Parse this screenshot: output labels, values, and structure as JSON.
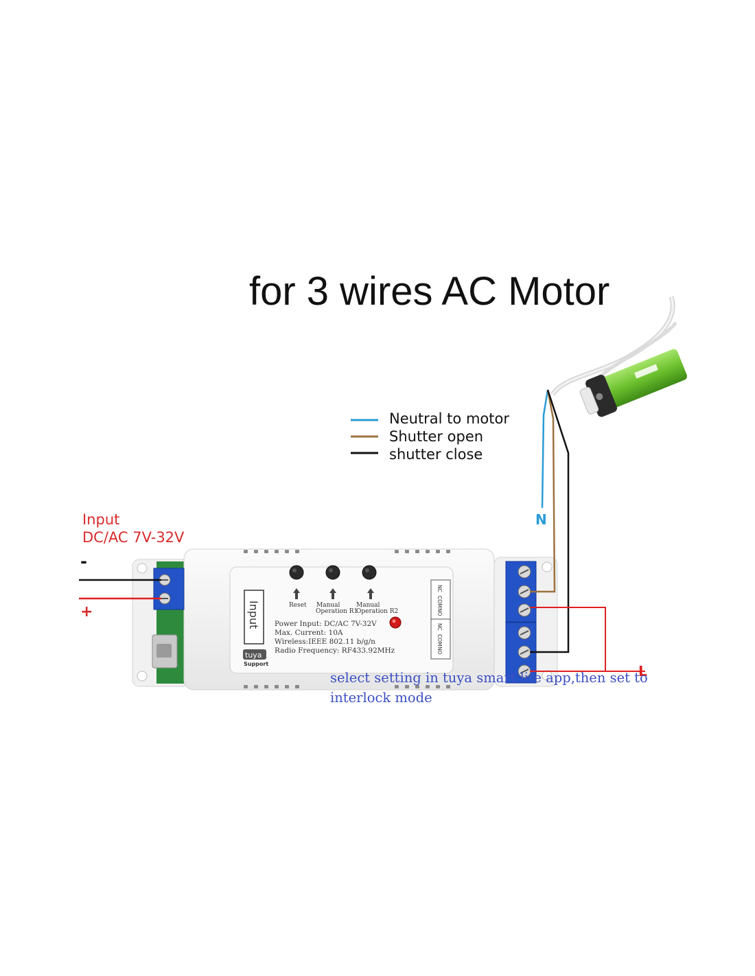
{
  "title": "for 3 wires AC Motor",
  "legend": [
    {
      "label": "Neutral to motor",
      "color": "#2a9bd6"
    },
    {
      "label": "Shutter open",
      "color": "#9c7240"
    },
    {
      "label": "shutter close",
      "color": "#111111"
    }
  ],
  "input": {
    "line1": "Input",
    "line2": "DC/AC 7V-32V",
    "minus": "-",
    "plus": "+"
  },
  "wire_labels": {
    "neutral": "N",
    "live": "L"
  },
  "device": {
    "side_label": "Input",
    "brand": "tuya",
    "brand_sub": "Support",
    "buttons": [
      "Reset",
      "Manual\nOperation R1",
      "Manual\nOperation R2"
    ],
    "button_labels": {
      "reset": "Reset",
      "manual": "Manual",
      "r1": "Operation R1",
      "r2": "Operation R2"
    },
    "specs": [
      "Power Input:  DC/AC 7V-32V",
      "Max. Current:  10A",
      "Wireless:IEEE 802.11 b/g/n",
      "Radio Frequency:  RF433.92MHz"
    ],
    "pins_top": [
      "NC",
      "COM",
      "NO"
    ],
    "pins_bottom": [
      "NC",
      "COM",
      "NO"
    ]
  },
  "note": {
    "line1": "select setting in tuya smart life app,then set to",
    "line2": "interlock mode"
  },
  "colors": {
    "neutral": "#2a9bd6",
    "open": "#9c7240",
    "close": "#111111",
    "live": "#e02020",
    "input_text": "#d92b2b",
    "note_text": "#3a4fc4",
    "terminal_blue": "#2453c7",
    "pcb_green": "#2e8b3d",
    "motor_green": "#6cc12e"
  }
}
